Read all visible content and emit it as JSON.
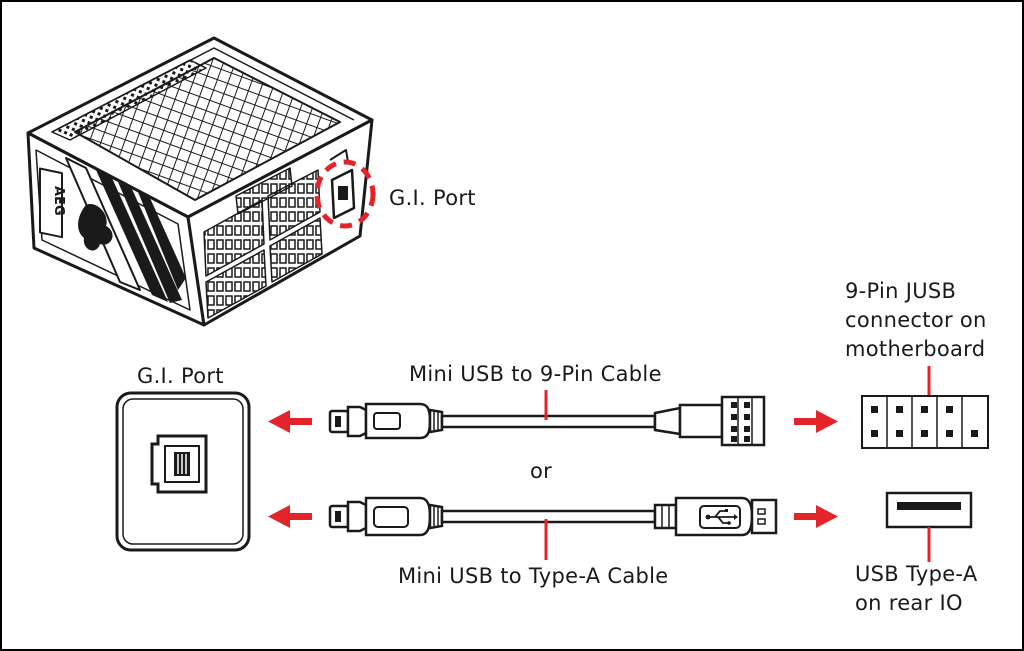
{
  "labels": {
    "gi_port_psu": "G.I. Port",
    "gi_port_side": "G.I. Port",
    "cable_9pin": "Mini USB to 9-Pin Cable",
    "or": "or",
    "cable_typea": "Mini USB to Type-A Cable",
    "jusb_lines": [
      "9-Pin JUSB",
      "connector on",
      "motherboard"
    ],
    "typea_lines": [
      "USB Type-A",
      "on rear IO"
    ],
    "psu_logo": "AEG"
  },
  "colors": {
    "accent": "#e4242b",
    "line": "#1a1a1a",
    "background": "#ffffff"
  },
  "icons": {
    "arrow": "red-arrow",
    "port": "mini-usb-port-icon",
    "usb_symbol": "usb-trident-icon"
  }
}
